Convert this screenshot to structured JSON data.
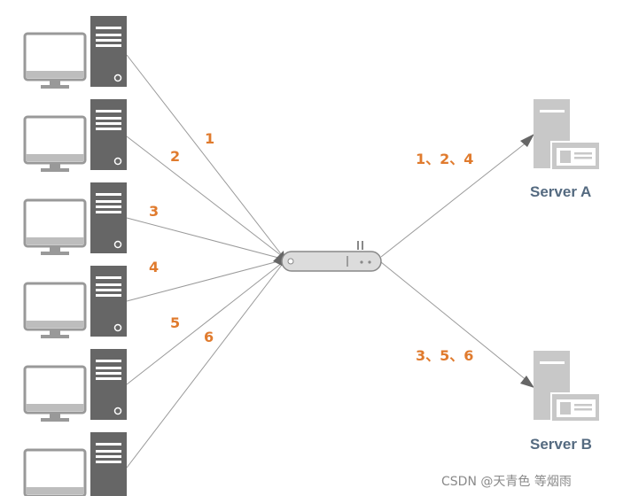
{
  "colors": {
    "device_dark": "#666666",
    "monitor_frame": "#999999",
    "monitor_screen": "#ffffff",
    "line": "#9a9a9a",
    "label": "#e07b2e",
    "server_label": "#546a80",
    "switch_body": "#dcdcdc",
    "switch_border": "#888888",
    "server_icon_fill": "#c8c8c8"
  },
  "icons": {
    "client_pc": "monitor-icon",
    "client_tower": "tower-server-icon",
    "balancer": "switch-icon",
    "backend": "server-with-window-icon"
  },
  "clients": [
    {
      "id": "client-1",
      "label": "1"
    },
    {
      "id": "client-2",
      "label": "2"
    },
    {
      "id": "client-3",
      "label": "3"
    },
    {
      "id": "client-4",
      "label": "4"
    },
    {
      "id": "client-5",
      "label": "5"
    },
    {
      "id": "client-6",
      "label": "6"
    }
  ],
  "servers": [
    {
      "id": "server-a",
      "name": "Server A",
      "requests": "1、2、4"
    },
    {
      "id": "server-b",
      "name": "Server B",
      "requests": "3、5、6"
    }
  ],
  "watermark": "CSDN @天青色 等烟雨"
}
